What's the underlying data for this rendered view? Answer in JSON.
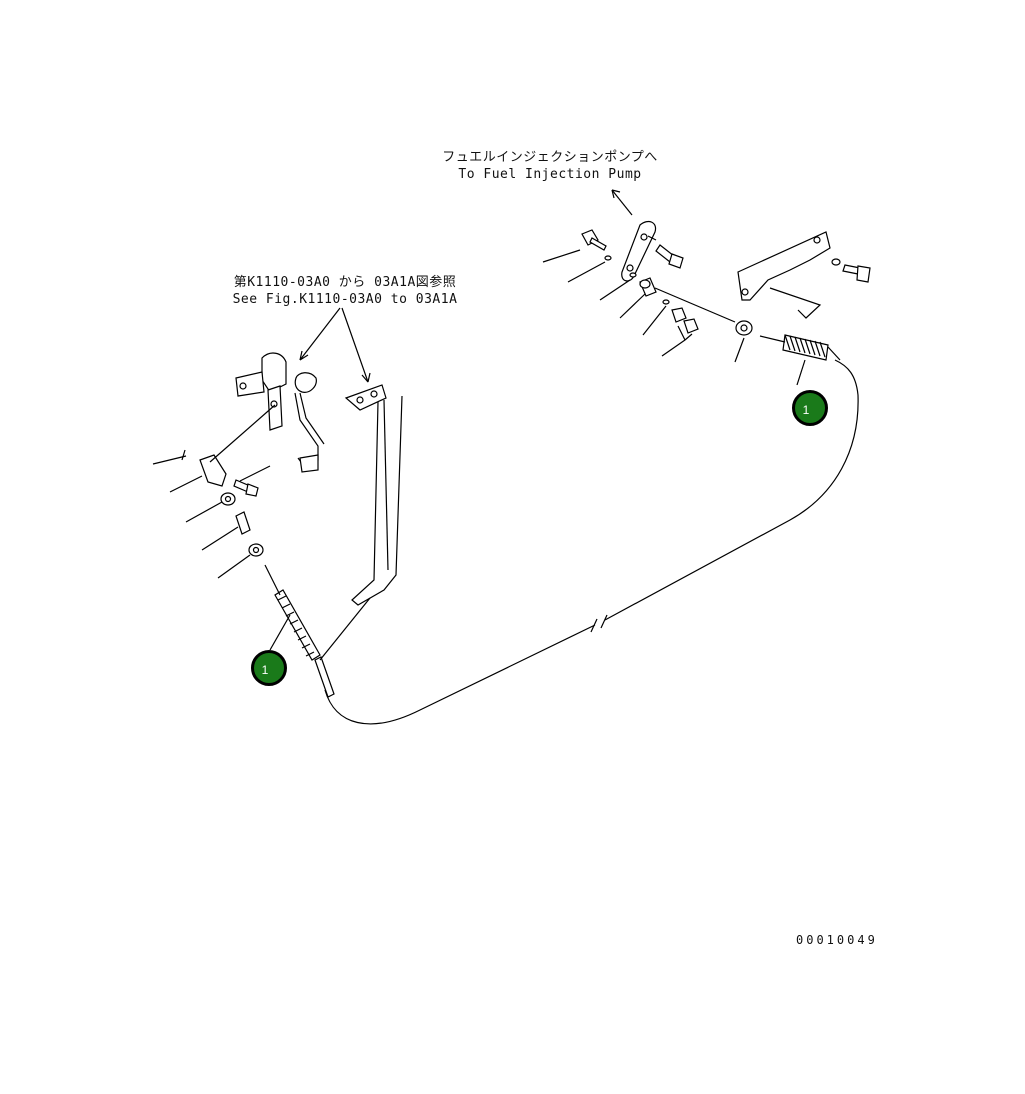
{
  "annotations": {
    "pump_jp": "フュエルインジェクションポンプへ",
    "pump_en": "To Fuel Injection Pump",
    "ref_jp": "第K1110-03A0 から 03A1A図参照",
    "ref_en": "See Fig.K1110-03A0 to 03A1A"
  },
  "callouts": [
    {
      "number": "1"
    },
    {
      "number": "1"
    }
  ],
  "drawing_number": "00010049",
  "colors": {
    "callout_fill": "#1a7a1a",
    "line": "#000000",
    "background": "#ffffff"
  }
}
